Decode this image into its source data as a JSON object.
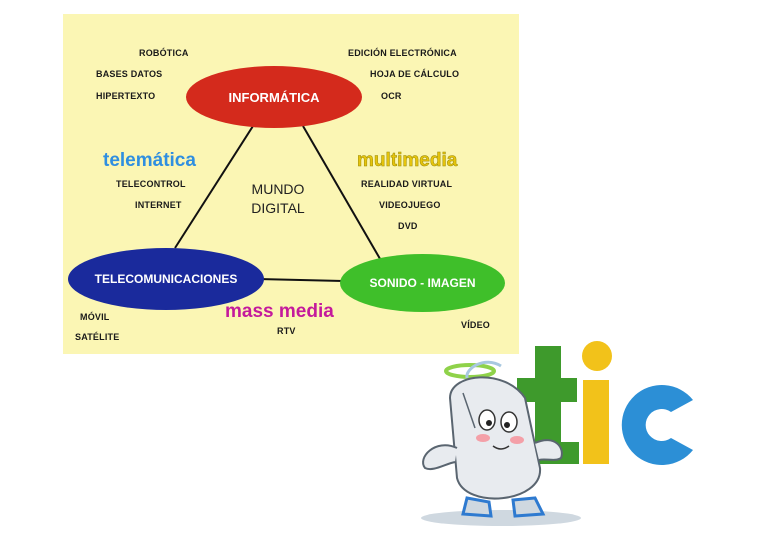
{
  "diagram": {
    "nodes": {
      "informatica": "INFORMÁTICA",
      "telecomunicaciones": "TELECOMUNICACIONES",
      "sonido_imagen": "SONIDO - IMAGEN"
    },
    "categories": {
      "telematica": "telemática",
      "multimedia": "multimedia",
      "mass_media": "mass media"
    },
    "center": {
      "line1": "MUNDO",
      "line2": "DIGITAL"
    },
    "labels": {
      "robotica": "ROBÓTICA",
      "bases_datos": "BASES DATOS",
      "hipertexto": "HIPERTEXTO",
      "edicion_electronica": "EDICIÓN ELECTRÓNICA",
      "hoja_calculo": "HOJA DE CÁLCULO",
      "ocr": "OCR",
      "telecontrol": "TELECONTROL",
      "internet": "INTERNET",
      "realidad_virtual": "REALIDAD VIRTUAL",
      "videojuego": "VIDEOJUEGO",
      "dvd": "DVD",
      "movil": "MÓVIL",
      "satelite": "SATÉLITE",
      "rtv": "RTV",
      "video": "VÍDEO"
    },
    "colors": {
      "panel_bg": "#fbf6b4",
      "informatica": "#d42a1c",
      "telecomunicaciones": "#1a2a9c",
      "sonido_imagen": "#3fbf2a",
      "telematica": "#2f8fe0",
      "multimedia": "#e6c40c",
      "mass_media": "#c41a9c"
    }
  },
  "logo": {
    "text": "tic",
    "icon": "computer-mouse-mascot-with-halo-icon",
    "colors": {
      "t": "#3e9a2c",
      "i": "#f2c21a",
      "c": "#2c8fd6"
    }
  }
}
